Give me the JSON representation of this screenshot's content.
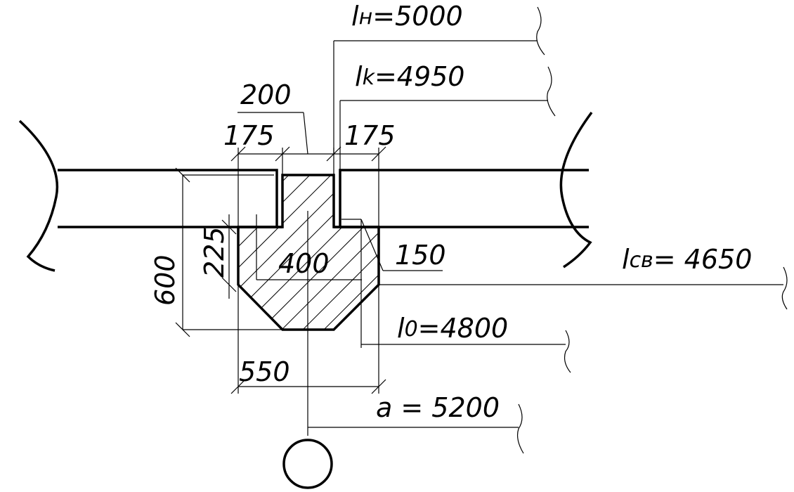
{
  "drawing": {
    "dimensions": {
      "d200": "200",
      "d175_left": "175",
      "d175_right": "175",
      "d225": "225",
      "d600": "600",
      "d400": "400",
      "d150": "150",
      "d550": "550"
    },
    "lengths": {
      "ln_sym": "l",
      "ln_sub": "н",
      "ln_val": "=5000",
      "lk_sym": "l",
      "lk_sub": "k",
      "lk_val": "=4950",
      "lsv_sym": "l",
      "lsv_sub": "cв",
      "lsv_val": "= 4650",
      "l0_sym": "l",
      "l0_sub": "0",
      "l0_val": "=4800",
      "a_label": "a = 5200"
    }
  }
}
